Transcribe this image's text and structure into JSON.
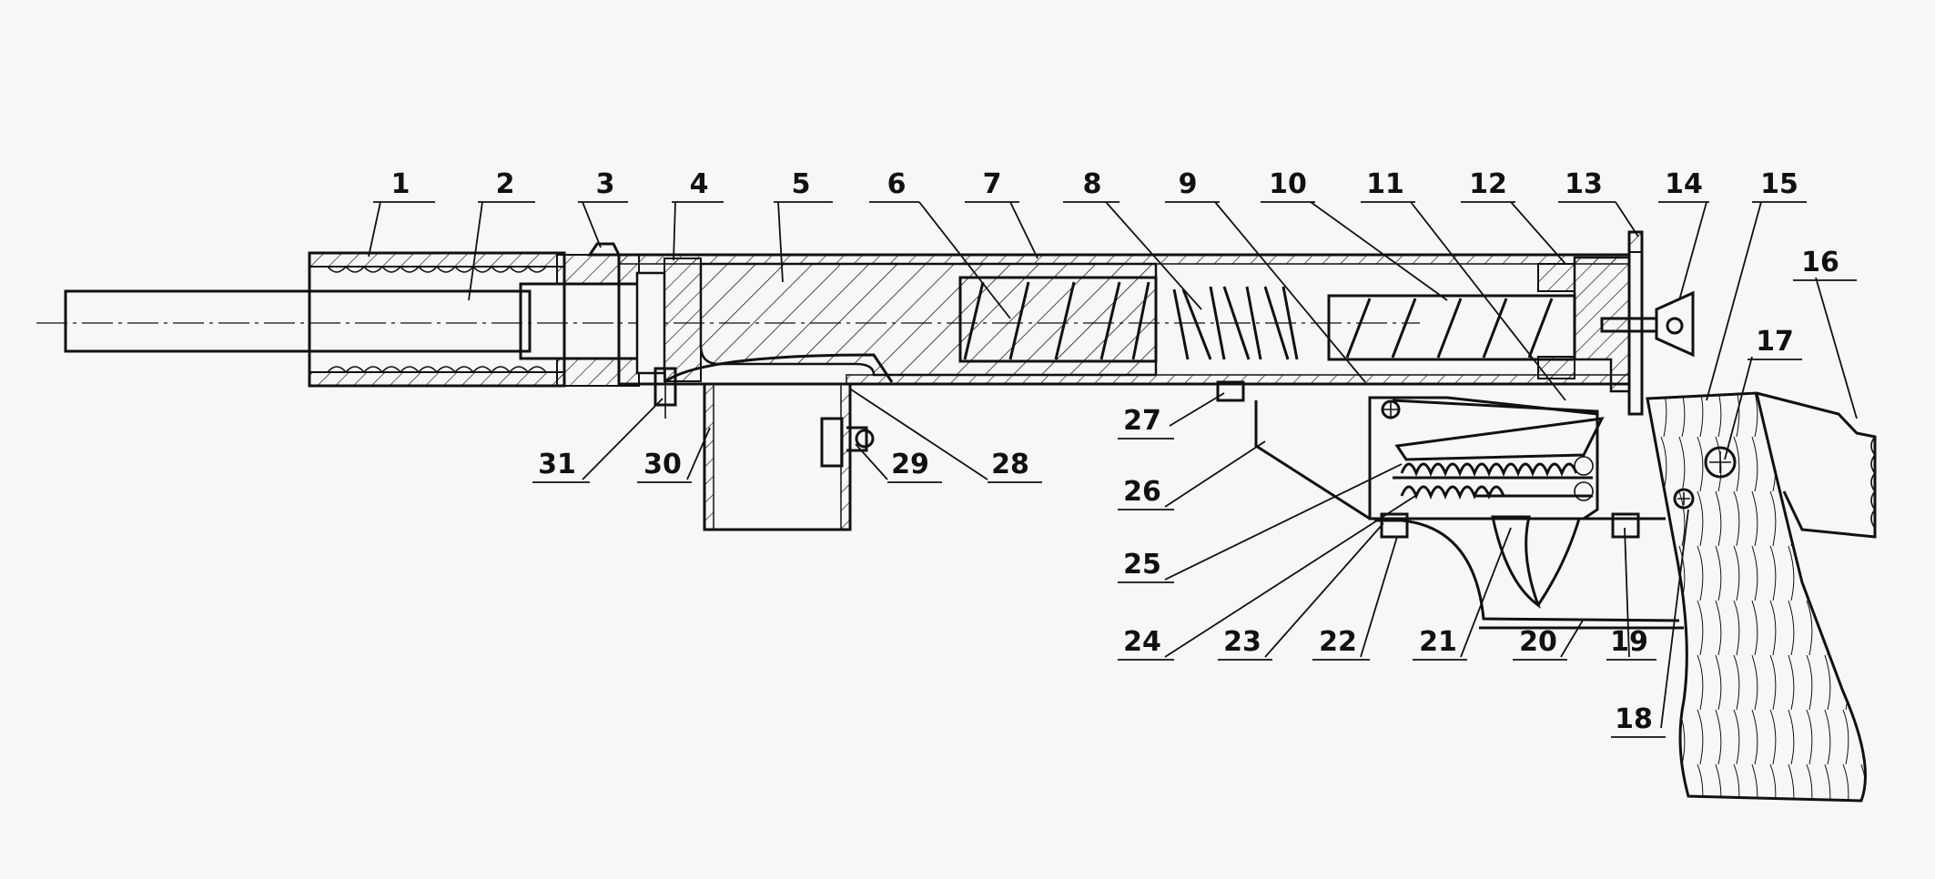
{
  "callouts": [
    "1",
    "2",
    "3",
    "4",
    "5",
    "6",
    "7",
    "8",
    "9",
    "10",
    "11",
    "12",
    "13",
    "14",
    "15",
    "16",
    "17",
    "18",
    "19",
    "20",
    "21",
    "22",
    "23",
    "24",
    "25",
    "26",
    "27",
    "28",
    "29",
    "30",
    "31"
  ],
  "colors": {
    "ink": "#111111",
    "paper": "#f7f7f5"
  }
}
